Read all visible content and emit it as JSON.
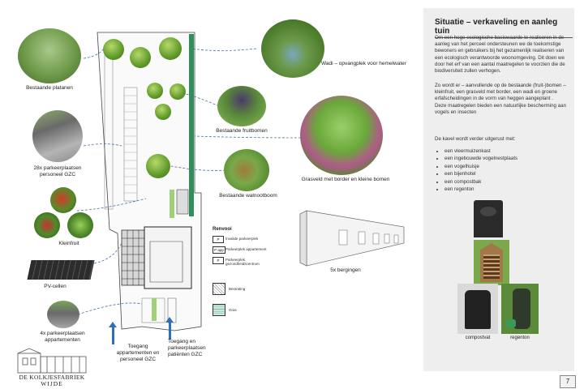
{
  "panel": {
    "title": "Situatie – verkaveling en aanleg tuin",
    "para1": "Om een hoge ecologische basiswaarde te realiseren in de aanleg van het perceel ondersteunen we de toekomstige bewoners en gebruikers bij het gezamenlijk realiseren van een ecologisch verantwoorde woonomgeving. Dit doen we door het erf van een aantal maatregelen te voorzien die de biodiversiteit zullen verhogen.",
    "para2": "Zo wordt er – aanvullende op de bestaande (fruit-)bomen – kleinfruit, een grasveld met border, een wadi en groene erfafscheidingen in de vorm van heggen aangeplant . Deze maatregelen bieden een natuurlijke bescherming aan vogels en insecten",
    "para3": "De kavel wordt verder uitgerust met:",
    "list": [
      "een vleermuizenkast",
      "een ingebouwde vogelnestplaats",
      "een vogelhuisje",
      "een bijenhotel",
      "een compostbak",
      "een regenton"
    ],
    "caption_compost": "compostvat",
    "caption_regenton": "regenton"
  },
  "labels": {
    "platanen": "Bestaande platanen",
    "parkeer_personeel": "28x parkeerplaatsen personeel GZC",
    "kleinfruit": "Kleinfruit",
    "pv": "PV-cellen",
    "parkeer_app": "4x parkeerplaatsen appartementen",
    "wadi": "Wadi – opvangplek voor hemelwater",
    "fruitbomen": "Bestaande fruitbomen",
    "walnoot": "Bestaande walnootboom",
    "grasveld": "Grasveld met border en kleine bomen",
    "bergingen": "5x bergingen",
    "toegang1": "Toegang appartementen en personeel GZC",
    "toegang2": "Toegang en parkeerplaatsen patiënten GZC"
  },
  "legend": {
    "title": "Renvooi",
    "items": [
      "Invalide parkeerplek",
      "Parkeerplek appartement",
      "Parkeerplek gezondheidscentrum",
      "Bestrating",
      "Gras"
    ],
    "box1": "P",
    "box2": "P app",
    "box3": "P"
  },
  "logo": {
    "line1": "DE KOLKJESFABRIEK",
    "line2": "WIJDE"
  },
  "page_number": "7",
  "colors": {
    "green_strip": "#2f8f5a",
    "arrow": "#2e6fb7",
    "panel_bg": "#eeeeee"
  }
}
